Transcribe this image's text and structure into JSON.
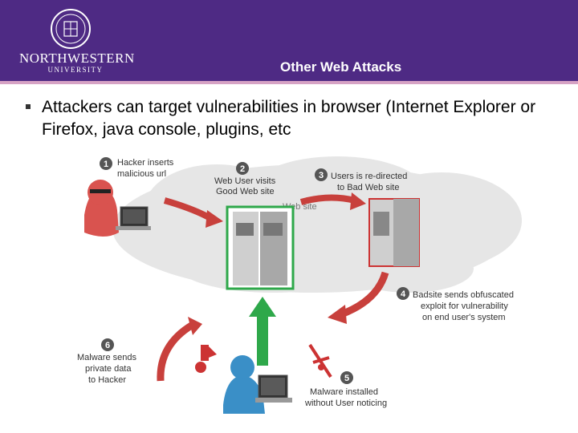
{
  "header": {
    "logo_line1": "NORTHWESTERN",
    "logo_line2": "UNIVERSITY",
    "title": "Other Web Attacks"
  },
  "content": {
    "bullet": "Attackers can target vulnerabilities in browser (Internet Explorer or Firefox, java console, plugins, etc"
  },
  "diagram": {
    "cloud_label": "Web site",
    "steps": [
      {
        "num": "1",
        "lines": [
          "Hacker inserts",
          "malicious url"
        ]
      },
      {
        "num": "2",
        "lines": [
          "Web User visits",
          "Good Web site"
        ]
      },
      {
        "num": "3",
        "lines": [
          "Users is re-directed",
          "to Bad Web site"
        ]
      },
      {
        "num": "4",
        "lines": [
          "Badsite sends obfuscated",
          "exploit for vulnerability",
          "on end user's system"
        ]
      },
      {
        "num": "5",
        "lines": [
          "Malware installed",
          "without User noticing"
        ]
      },
      {
        "num": "6",
        "lines": [
          "Malware sends",
          "private data",
          "to Hacker"
        ]
      }
    ],
    "colors": {
      "hacker": "#d9534f",
      "user": "#3a8fc7",
      "good_server": "#2ea84a",
      "bad_server": "#cc3333",
      "arrow_red": "#c8403c",
      "arrow_green": "#2ea84a",
      "cloud": "#e6e6e6"
    }
  }
}
